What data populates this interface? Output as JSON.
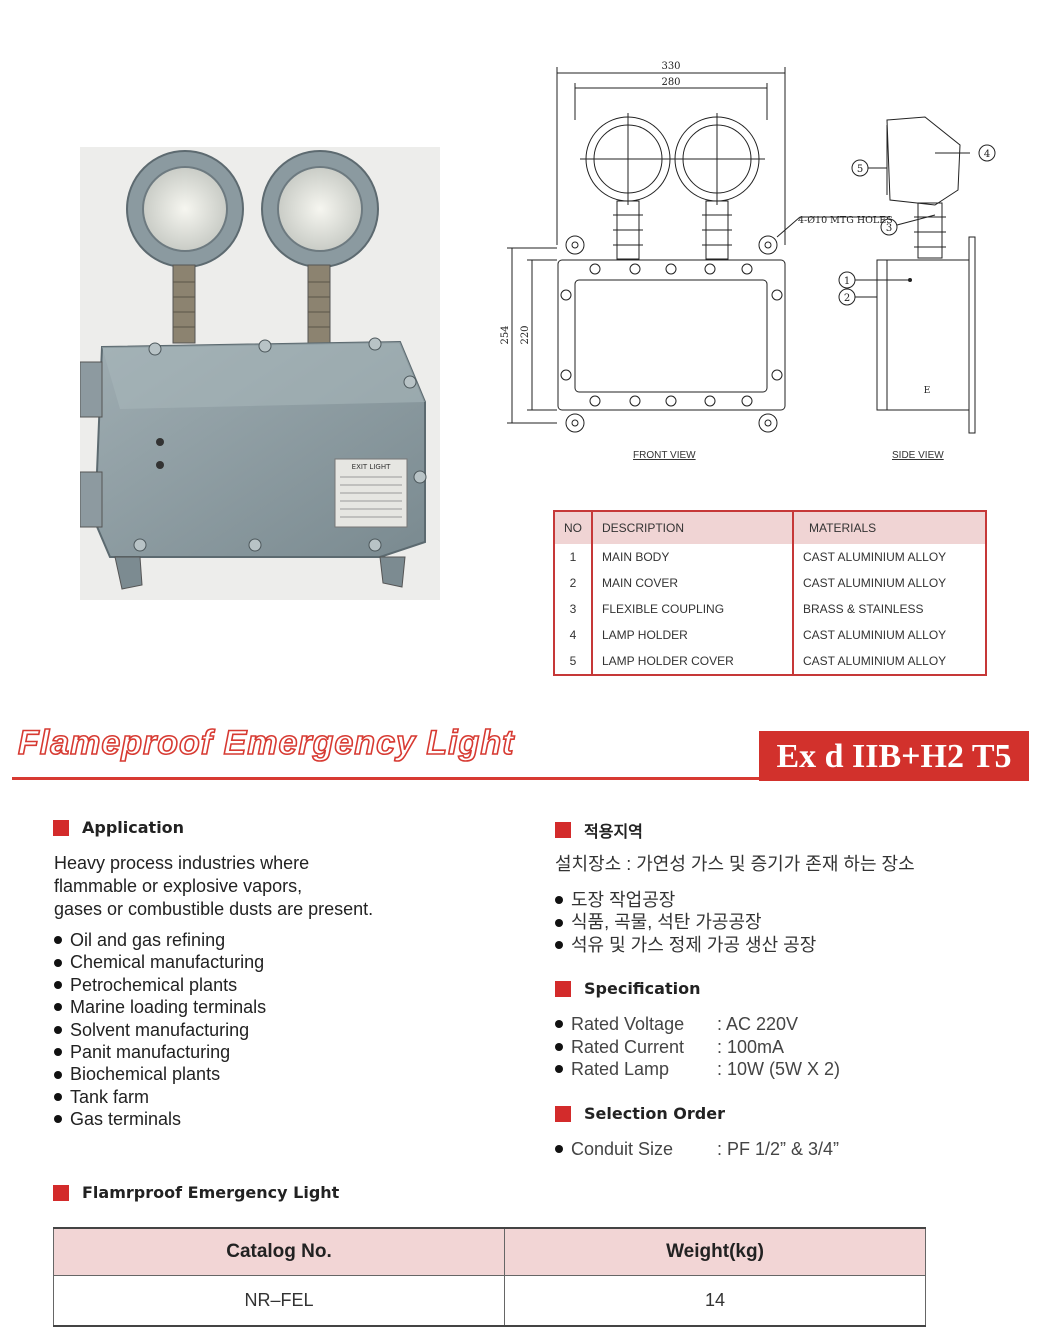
{
  "drawing": {
    "dim_width_outer": "330",
    "dim_width_inner": "280",
    "dim_height_outer": "254",
    "dim_height_inner": "220",
    "holes_note": "4-Ø10 MTG HOLES",
    "front_view_label": "FRONT VIEW",
    "side_view_label": "SIDE VIEW",
    "callouts": [
      "1",
      "2",
      "3",
      "4",
      "5"
    ],
    "ground_mark": "E"
  },
  "parts_table": {
    "headers": [
      "NO",
      "DESCRIPTION",
      "MATERIALS"
    ],
    "rows": [
      {
        "no": "1",
        "description": "MAIN BODY",
        "material": "CAST ALUMINIUM ALLOY"
      },
      {
        "no": "2",
        "description": "MAIN COVER",
        "material": "CAST ALUMINIUM ALLOY"
      },
      {
        "no": "3",
        "description": "FLEXIBLE COUPLING",
        "material": "BRASS & STAINLESS"
      },
      {
        "no": "4",
        "description": "LAMP HOLDER",
        "material": "CAST ALUMINIUM ALLOY"
      },
      {
        "no": "5",
        "description": "LAMP HOLDER COVER",
        "material": "CAST ALUMINIUM ALLOY"
      }
    ]
  },
  "title": "Flameproof Emergency Light",
  "ex_rating": "Ex d IIB+H2 T5",
  "application": {
    "heading": "Application",
    "intro": [
      "Heavy process industries where",
      "flammable or explosive vapors,",
      "gases or combustible dusts are present."
    ],
    "items": [
      "Oil and gas refining",
      "Chemical manufacturing",
      "Petrochemical plants",
      "Marine loading terminals",
      "Solvent manufacturing",
      "Panit manufacturing",
      "Biochemical plants",
      "Tank farm",
      "Gas terminals"
    ]
  },
  "korean": {
    "heading": "적용지역",
    "intro": "설치장소 : 가연성 가스 및 증기가 존재 하는 장소",
    "items": [
      "도장 작업공장",
      "식품, 곡물, 석탄 가공공장",
      "석유 및 가스 정제 가공 생산 공장"
    ]
  },
  "specification": {
    "heading": "Specification",
    "rows": [
      {
        "label": "Rated Voltage",
        "value": ": AC 220V"
      },
      {
        "label": "Rated Current",
        "value": ": 100mA"
      },
      {
        "label": "Rated Lamp",
        "value": ": 10W (5W X 2)"
      }
    ]
  },
  "selection_order": {
    "heading": "Selection Order",
    "rows": [
      {
        "label": "Conduit Size",
        "value": ": PF 1/2” & 3/4”"
      }
    ]
  },
  "catalog": {
    "heading": "Flamrproof Emergency Light",
    "headers": [
      "Catalog No.",
      "Weight(kg)"
    ],
    "rows": [
      {
        "catalog_no": "NR–FEL",
        "weight": "14"
      }
    ]
  },
  "photo_nameplate": "EXIT LIGHT",
  "colors": {
    "accent_red": "#d32b2b",
    "table_header_pink": "#f2d5d5",
    "enclosure_grey": "#8a9aa0"
  }
}
